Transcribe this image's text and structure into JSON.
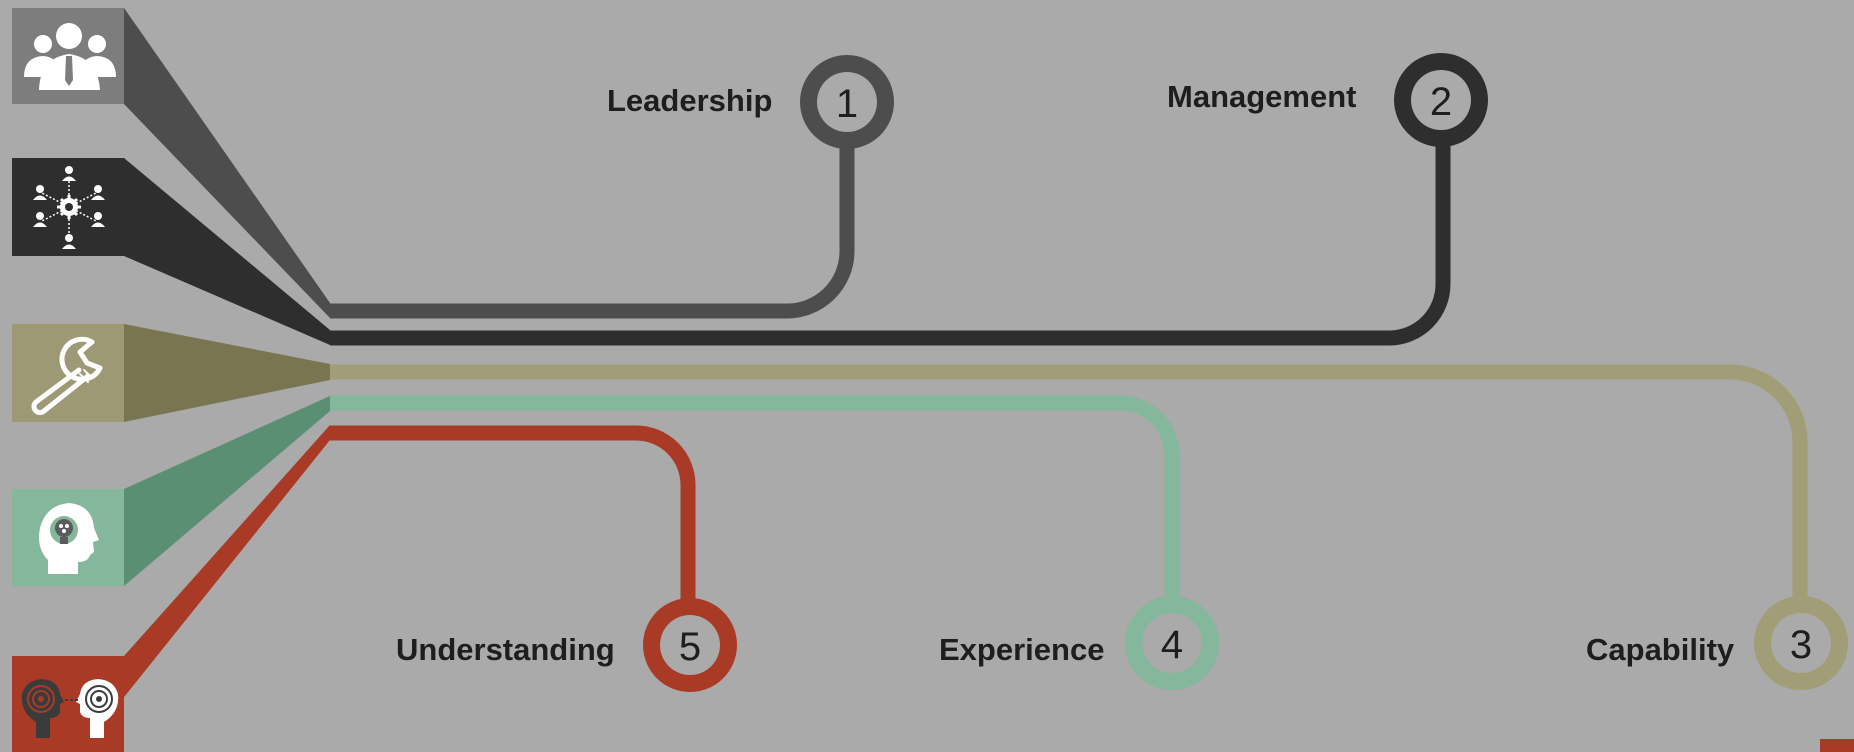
{
  "colors": {
    "background": "#a9aaa9",
    "leadership": "#4d4d4d",
    "management": "#2e2e2e",
    "capability_box": "#9d9975",
    "capability_wedge": "#787550",
    "capability_line": "#a09d77",
    "experience_box": "#84b79c",
    "experience_wedge": "#5a8f74",
    "understanding": "#a83a26",
    "ring_inner": "#a9aaa9",
    "text": "#1e1e1e"
  },
  "branches": [
    {
      "id": "leadership",
      "label": "Leadership",
      "number": "1",
      "icon": "team-people-icon"
    },
    {
      "id": "management",
      "label": "Management",
      "number": "2",
      "icon": "network-gear-icon"
    },
    {
      "id": "capability",
      "label": "Capability",
      "number": "3",
      "icon": "wrench-icon"
    },
    {
      "id": "experience",
      "label": "Experience",
      "number": "4",
      "icon": "head-brain-icon"
    },
    {
      "id": "understanding",
      "label": "Understanding",
      "number": "5",
      "icon": "two-heads-maze-icon"
    }
  ]
}
